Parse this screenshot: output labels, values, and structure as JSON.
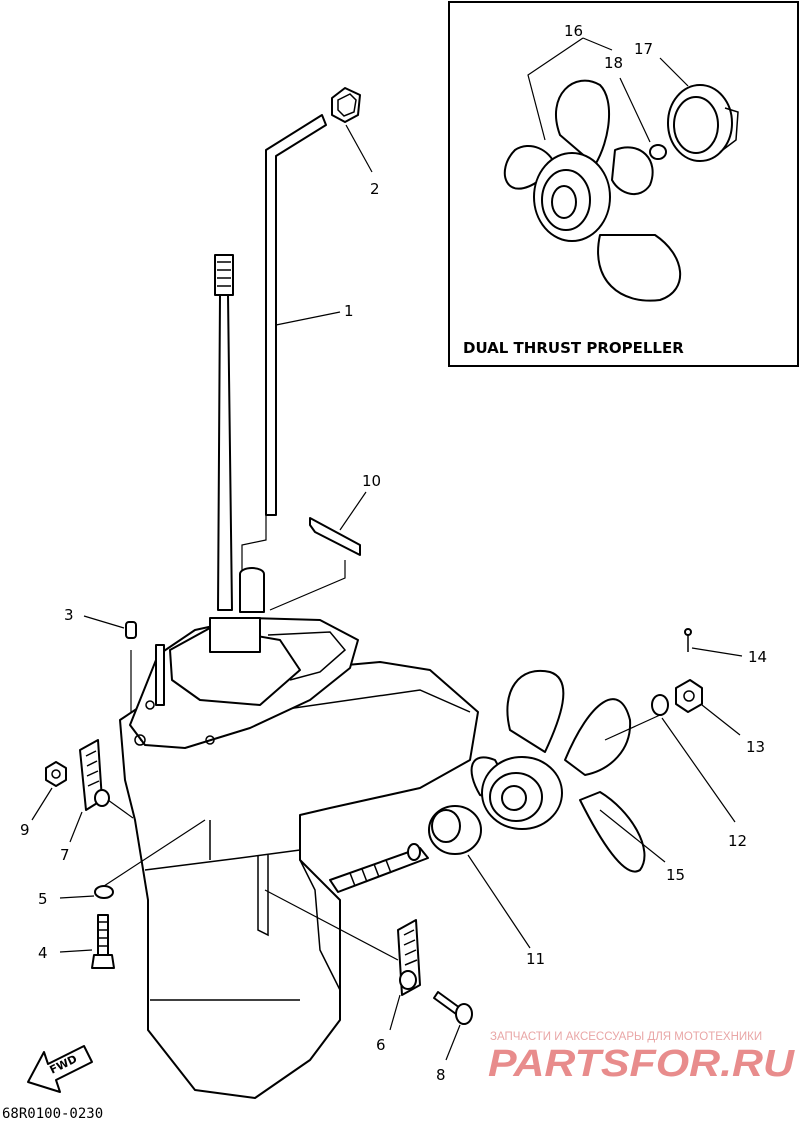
{
  "diagram": {
    "inset_title": "DUAL THRUST PROPELLER",
    "drawing_code": "68R0100-0230",
    "fwd_label": "FWD",
    "callouts": {
      "c1": "1",
      "c2": "2",
      "c3": "3",
      "c4": "4",
      "c5": "5",
      "c6": "6",
      "c7": "7",
      "c8": "8",
      "c9": "9",
      "c10": "10",
      "c11": "11",
      "c12": "12",
      "c13": "13",
      "c14": "14",
      "c15": "15",
      "c16": "16",
      "c17": "17",
      "c18": "18"
    }
  },
  "watermark": {
    "caption": "ЗАПЧАСТИ И АКСЕССУАРЫ ДЛЯ МОТОТЕХНИКИ",
    "brand": "PARTSFOR.RU",
    "color": "#e88c8c"
  }
}
